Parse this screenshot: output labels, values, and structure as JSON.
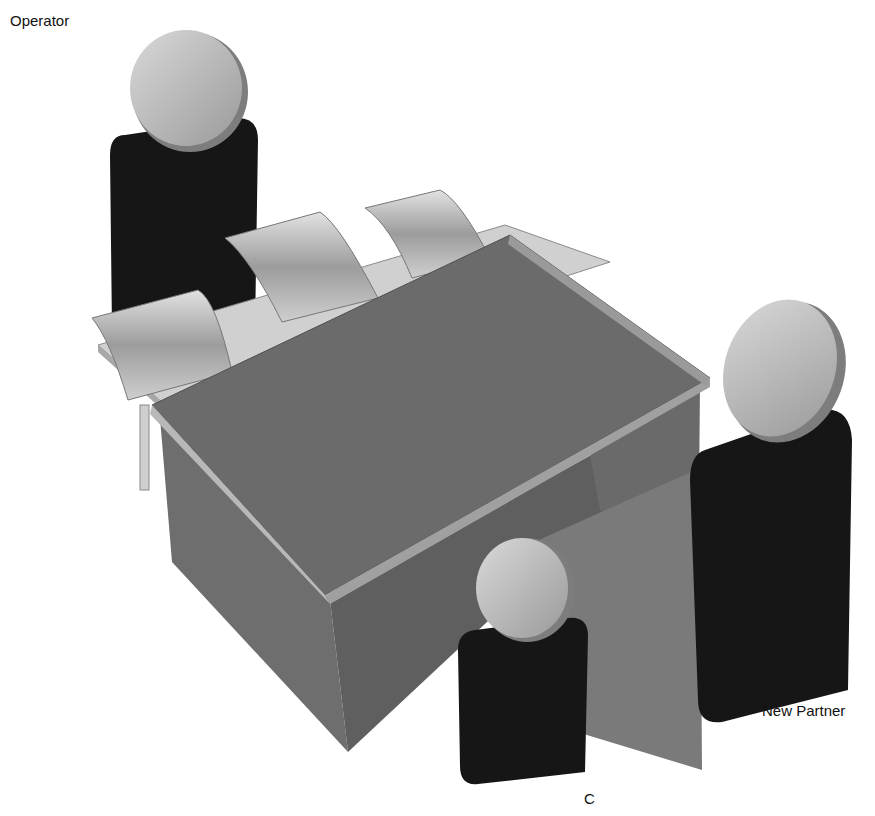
{
  "diagram": {
    "labels": [
      "Operator",
      "New Partner",
      "C"
    ]
  }
}
